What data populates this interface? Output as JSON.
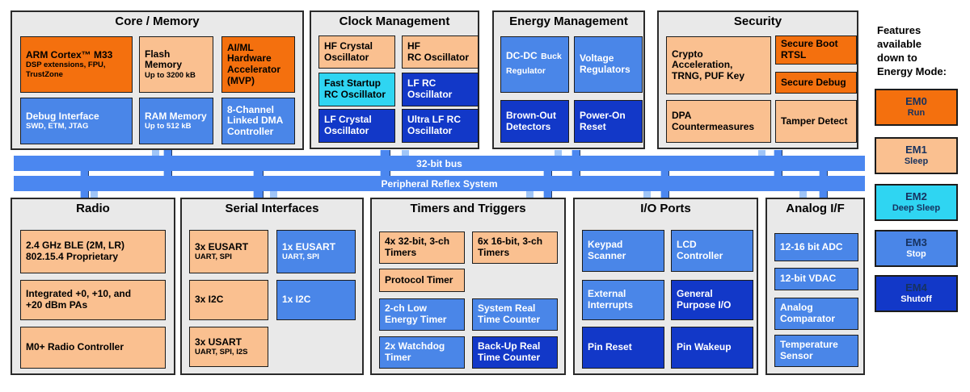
{
  "palette": {
    "orange": "#f4700e",
    "peach": "#fac090",
    "cyan": "#2fd5f2",
    "medium_blue": "#4a86e8",
    "dark_blue": "#1238c8",
    "bus_blue": "#4b87f0",
    "panel_gray": "#e9e9e9",
    "navy_text": "#17325f"
  },
  "buses": [
    {
      "label": "32-bit bus"
    },
    {
      "label": "Peripheral Reflex System"
    }
  ],
  "legend": {
    "heading": "Features\navailable\ndown to\nEnergy Mode:",
    "modes": [
      {
        "code": "EM0",
        "name": "Run",
        "style": "orange"
      },
      {
        "code": "EM1",
        "name": "Sleep",
        "style": "peach"
      },
      {
        "code": "EM2",
        "name": "Deep Sleep",
        "style": "cyan"
      },
      {
        "code": "EM3",
        "name": "Stop",
        "style": "medium_blue"
      },
      {
        "code": "EM4",
        "name": "Shutoff",
        "style": "dark_blue"
      }
    ]
  },
  "blocks": {
    "core": {
      "title": "Core / Memory",
      "boxes": [
        {
          "title": "ARM Cortex™ M33",
          "subtitle": "DSP extensions, FPU,\nTrustZone"
        },
        {
          "title": "Flash\nMemory",
          "subtitle": "Up to 3200 kB"
        },
        {
          "title": "AI/ML\nHardware\nAccelerator\n(MVP)"
        },
        {
          "title": "Debug Interface",
          "subtitle": "SWD, ETM, JTAG"
        },
        {
          "title": "RAM Memory",
          "subtitle": "Up to 512 kB"
        },
        {
          "title": "8-Channel\nLinked DMA\nController"
        }
      ]
    },
    "clock": {
      "title": "Clock Management",
      "boxes": [
        {
          "title": "HF Crystal\nOscillator"
        },
        {
          "title": "HF\nRC Oscillator"
        },
        {
          "title": "Fast Startup\nRC Oscillator"
        },
        {
          "title": "LF RC\nOscillator"
        },
        {
          "title": "LF Crystal\nOscillator"
        },
        {
          "title": "Ultra LF RC\nOscillator"
        }
      ]
    },
    "energy": {
      "title": "Energy Management",
      "boxes": [
        {
          "title": "DC-DC",
          "subtitle": "Buck Regulator"
        },
        {
          "title": "Voltage\nRegulators"
        },
        {
          "title": "Brown-Out\nDetectors"
        },
        {
          "title": "Power-On\nReset"
        }
      ]
    },
    "security": {
      "title": "Security",
      "boxes": [
        {
          "title": "Crypto\nAcceleration,\nTRNG, PUF Key"
        },
        {
          "title": "Secure Boot\nRTSL"
        },
        {
          "title": "Secure Debug"
        },
        {
          "title": "DPA\nCountermeasures"
        },
        {
          "title": "Tamper Detect"
        }
      ]
    },
    "radio": {
      "title": "Radio",
      "boxes": [
        {
          "title": "2.4 GHz BLE (2M, LR)\n802.15.4 Proprietary"
        },
        {
          "title": "Integrated +0,  +10, and\n+20 dBm PAs"
        },
        {
          "title": "M0+ Radio Controller"
        }
      ]
    },
    "serial": {
      "title": "Serial Interfaces",
      "boxes": [
        {
          "title": "3x EUSART",
          "subtitle": "UART, SPI"
        },
        {
          "title": "1x EUSART",
          "subtitle": "UART, SPI"
        },
        {
          "title": "3x I2C"
        },
        {
          "title": "1x I2C"
        },
        {
          "title": "3x USART",
          "subtitle": "UART, SPI, I2S"
        }
      ]
    },
    "timers": {
      "title": "Timers and Triggers",
      "boxes": [
        {
          "title": "4x 32-bit, 3-ch\nTimers"
        },
        {
          "title": "6x 16-bit, 3-ch\nTimers"
        },
        {
          "title": "Protocol Timer"
        },
        {
          "title": "2-ch Low\nEnergy Timer"
        },
        {
          "title": "System Real\nTime Counter"
        },
        {
          "title": "2x Watchdog\nTimer"
        },
        {
          "title": "Back-Up Real\nTime Counter"
        }
      ]
    },
    "io": {
      "title": "I/O Ports",
      "boxes": [
        {
          "title": "Keypad\nScanner"
        },
        {
          "title": "LCD\nController"
        },
        {
          "title": "External\nInterrupts"
        },
        {
          "title": "General\nPurpose I/O"
        },
        {
          "title": "Pin Reset"
        },
        {
          "title": "Pin Wakeup"
        }
      ]
    },
    "analog": {
      "title": "Analog I/F",
      "boxes": [
        {
          "title": "12-16 bit ADC"
        },
        {
          "title": "12-bit VDAC"
        },
        {
          "title": "Analog\nComparator"
        },
        {
          "title": "Temperature\nSensor"
        }
      ]
    }
  }
}
